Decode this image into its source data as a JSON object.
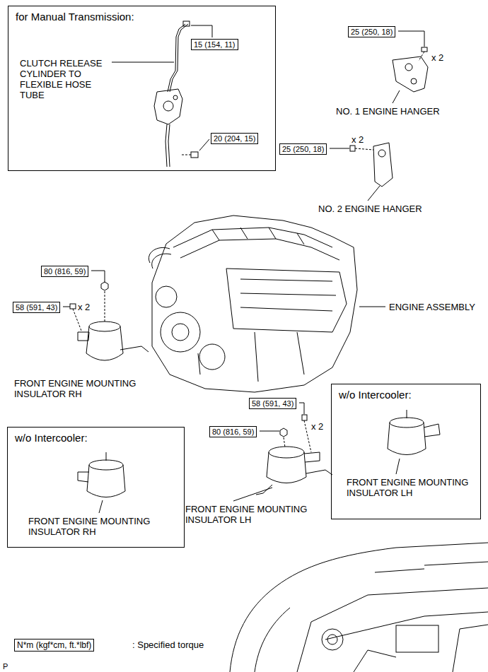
{
  "diagram": {
    "nodes": [
      {
        "text": [
          "for Manual Transmission:"
        ]
      },
      {
        "text": [
          "15 (154, 11)"
        ],
        "in": 0
      },
      {
        "text": [
          "20 (204, 15)"
        ],
        "in": 0
      },
      {
        "text": [
          "25 (250, 18)"
        ]
      },
      {
        "text": [
          "25 (250, 18)"
        ]
      },
      {
        "text": [
          "80 (816, 59)"
        ]
      },
      {
        "text": [
          "58 (591, 43)"
        ]
      },
      {
        "text": [
          "58 (591, 43)"
        ]
      },
      {
        "text": [
          "w/o Intercooler:"
        ]
      },
      {
        "text": [
          "80 (816, 59)"
        ]
      },
      {
        "text": [
          "w/o Intercooler:"
        ]
      },
      {
        "text": [
          "N*m (kgf*cm, ft.*lbf)"
        ]
      }
    ],
    "labels": [
      "CLUTCH RELEASE CYLINDER TO FLEXIBLE HOSE TUBE",
      "x 2",
      "NO. 1 ENGINE HANGER",
      "x 2",
      "NO. 2 ENGINE HANGER",
      "ENGINE ASSEMBLY",
      "x 2",
      "FRONT ENGINE MOUNTING INSULATOR RH",
      "x 2",
      "FRONT ENGINE MOUNTING INSULATOR LH",
      "FRONT ENGINE MOUNTING INSULATOR LH",
      "FRONT ENGINE MOUNTING INSULATOR RH",
      ": Specified torque",
      "P"
    ]
  }
}
